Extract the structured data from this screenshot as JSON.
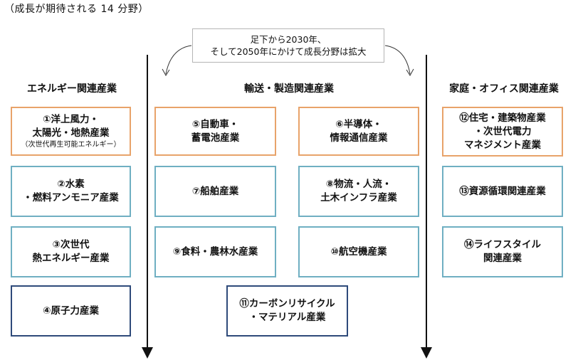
{
  "page_title": "（成長が期待される 14 分野）",
  "note": {
    "line1": "足下から2030年、",
    "line2": "そして2050年にかけて成長分野は拡大"
  },
  "sections": {
    "energy": "エネルギー関連産業",
    "transport": "輸送・製造関連産業",
    "home": "家庭・オフィス関連産業"
  },
  "colors": {
    "orange": "#E8A36A",
    "teal": "#6FAFC2",
    "navy": "#2E4A7A"
  },
  "boxes": {
    "b1": {
      "line1": "①洋上風力・",
      "line2": "太陽光・地熱産業",
      "sub": "（次世代再生可能エネルギー）"
    },
    "b2": {
      "line1": "②水素",
      "line2": "・燃料アンモニア産業"
    },
    "b3": {
      "line1": "③次世代",
      "line2": "熱エネルギー産業"
    },
    "b4": {
      "line1": "④原子力産業"
    },
    "b5": {
      "line1": "⑤自動車・",
      "line2": "蓄電池産業"
    },
    "b6": {
      "line1": "⑥半導体・",
      "line2": "情報通信産業"
    },
    "b7": {
      "line1": "⑦船舶産業"
    },
    "b8": {
      "line1": "⑧物流・人流・",
      "line2": "土木インフラ産業"
    },
    "b9": {
      "line1": "⑨食料・農林水産業"
    },
    "b10": {
      "line1": "⑩航空機産業"
    },
    "b11": {
      "line1": "⑪カーボンリサイクル",
      "line2": "・マテリアル産業"
    },
    "b12": {
      "line1": "⑫住宅・建築物産業",
      "line2": "・次世代電力",
      "line3": "マネジメント産業"
    },
    "b13": {
      "line1": "⑬資源循環関連産業"
    },
    "b14": {
      "line1": "⑭ライフスタイル",
      "line2": "関連産業"
    }
  }
}
